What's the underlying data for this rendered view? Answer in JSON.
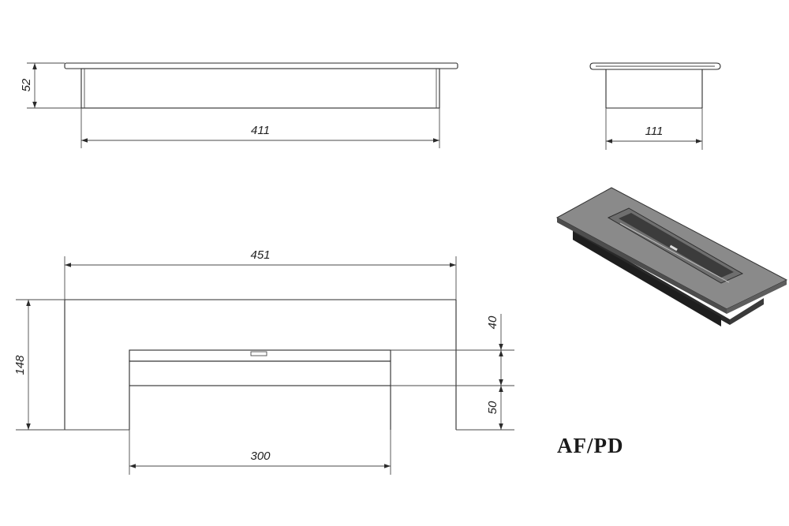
{
  "model": "AF/PD",
  "dimensions": {
    "front_height": "52",
    "front_width": "411",
    "side_width": "111",
    "top_width": "451",
    "top_height": "148",
    "burner_offset": "40",
    "burner_depth": "50",
    "burner_width": "300"
  }
}
